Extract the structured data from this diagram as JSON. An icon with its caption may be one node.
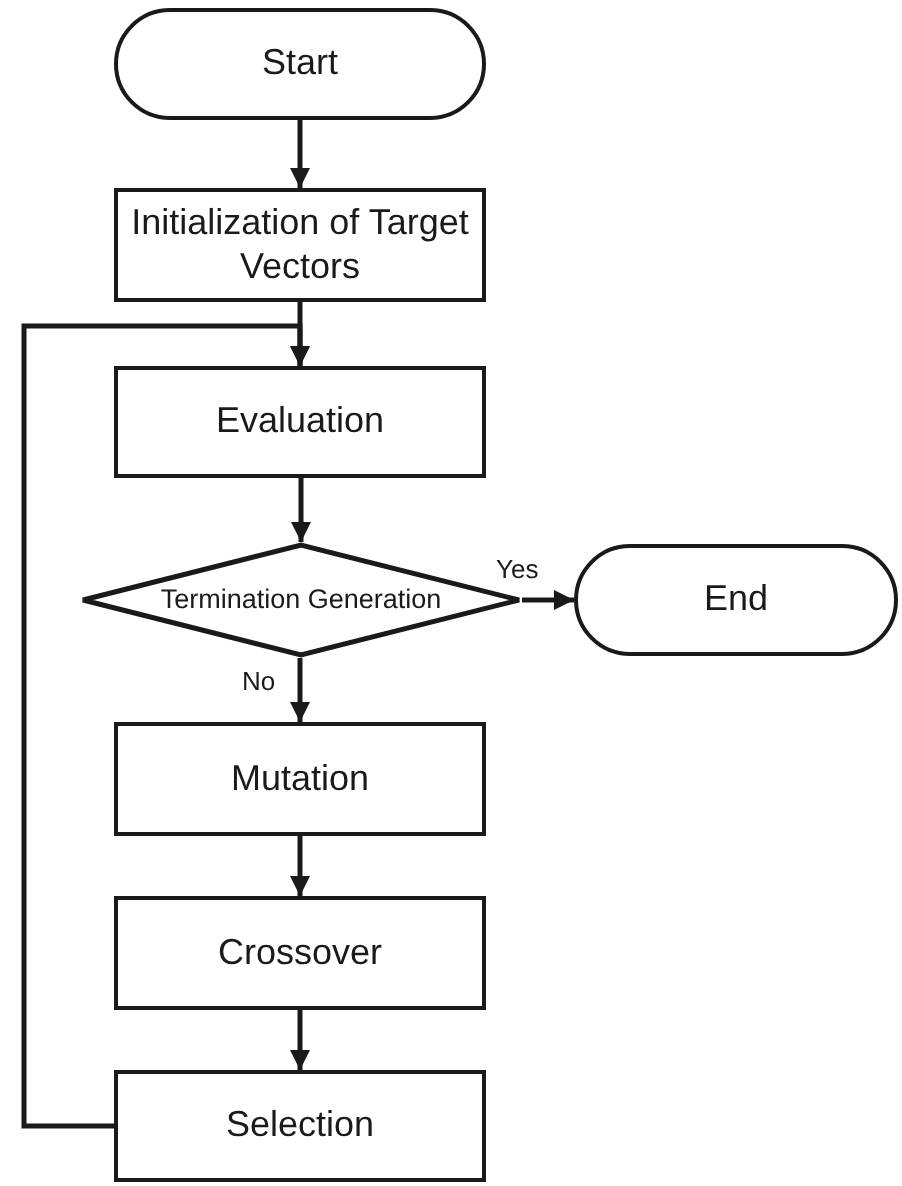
{
  "diagram": {
    "nodes": [
      {
        "text": [
          "Start"
        ]
      },
      {
        "text": [
          "Initialization of Target Vectors"
        ]
      },
      {
        "text": [
          "Evaluation"
        ]
      },
      {
        "text": [
          "Termination Generation"
        ]
      },
      {
        "text": [
          "End"
        ]
      },
      {
        "text": [
          "Mutation"
        ]
      },
      {
        "text": [
          "Crossover"
        ]
      },
      {
        "text": [
          "Selection"
        ]
      }
    ],
    "edges": [
      {
        "from": 0,
        "to": 1,
        "arrow": "to"
      },
      {
        "from": 1,
        "to": 2,
        "arrow": "to"
      },
      {
        "from": 2,
        "to": 3,
        "arrow": "to"
      },
      {
        "from": 3,
        "to": 4,
        "arrow": "to",
        "label": "Yes"
      },
      {
        "from": 3,
        "to": 5,
        "arrow": "to",
        "label": "No"
      },
      {
        "from": 5,
        "to": 6,
        "arrow": "to"
      },
      {
        "from": 6,
        "to": 7,
        "arrow": "to"
      },
      {
        "from": 7,
        "to": 2,
        "arrow": "to"
      }
    ]
  }
}
